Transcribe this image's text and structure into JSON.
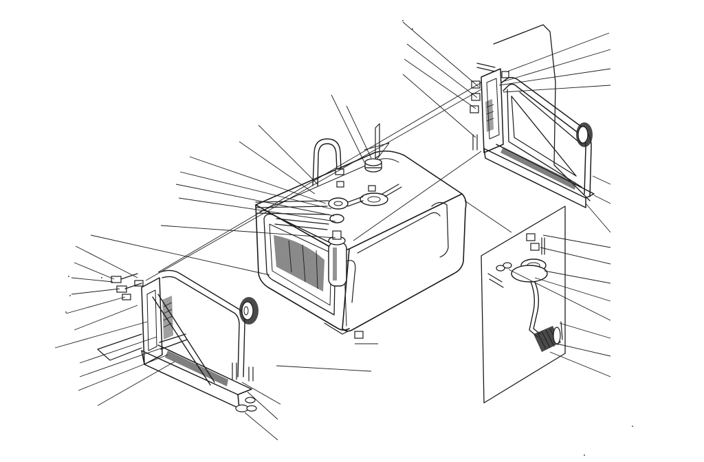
{
  "figure": {
    "style": "exploded-parts-line-drawing",
    "colors": {
      "ink": "#1a1a1a",
      "paper": "#ffffff"
    }
  },
  "leaders": {
    "left_side_count": 22,
    "right_side_count": 18,
    "callout_labels_printed": false
  }
}
